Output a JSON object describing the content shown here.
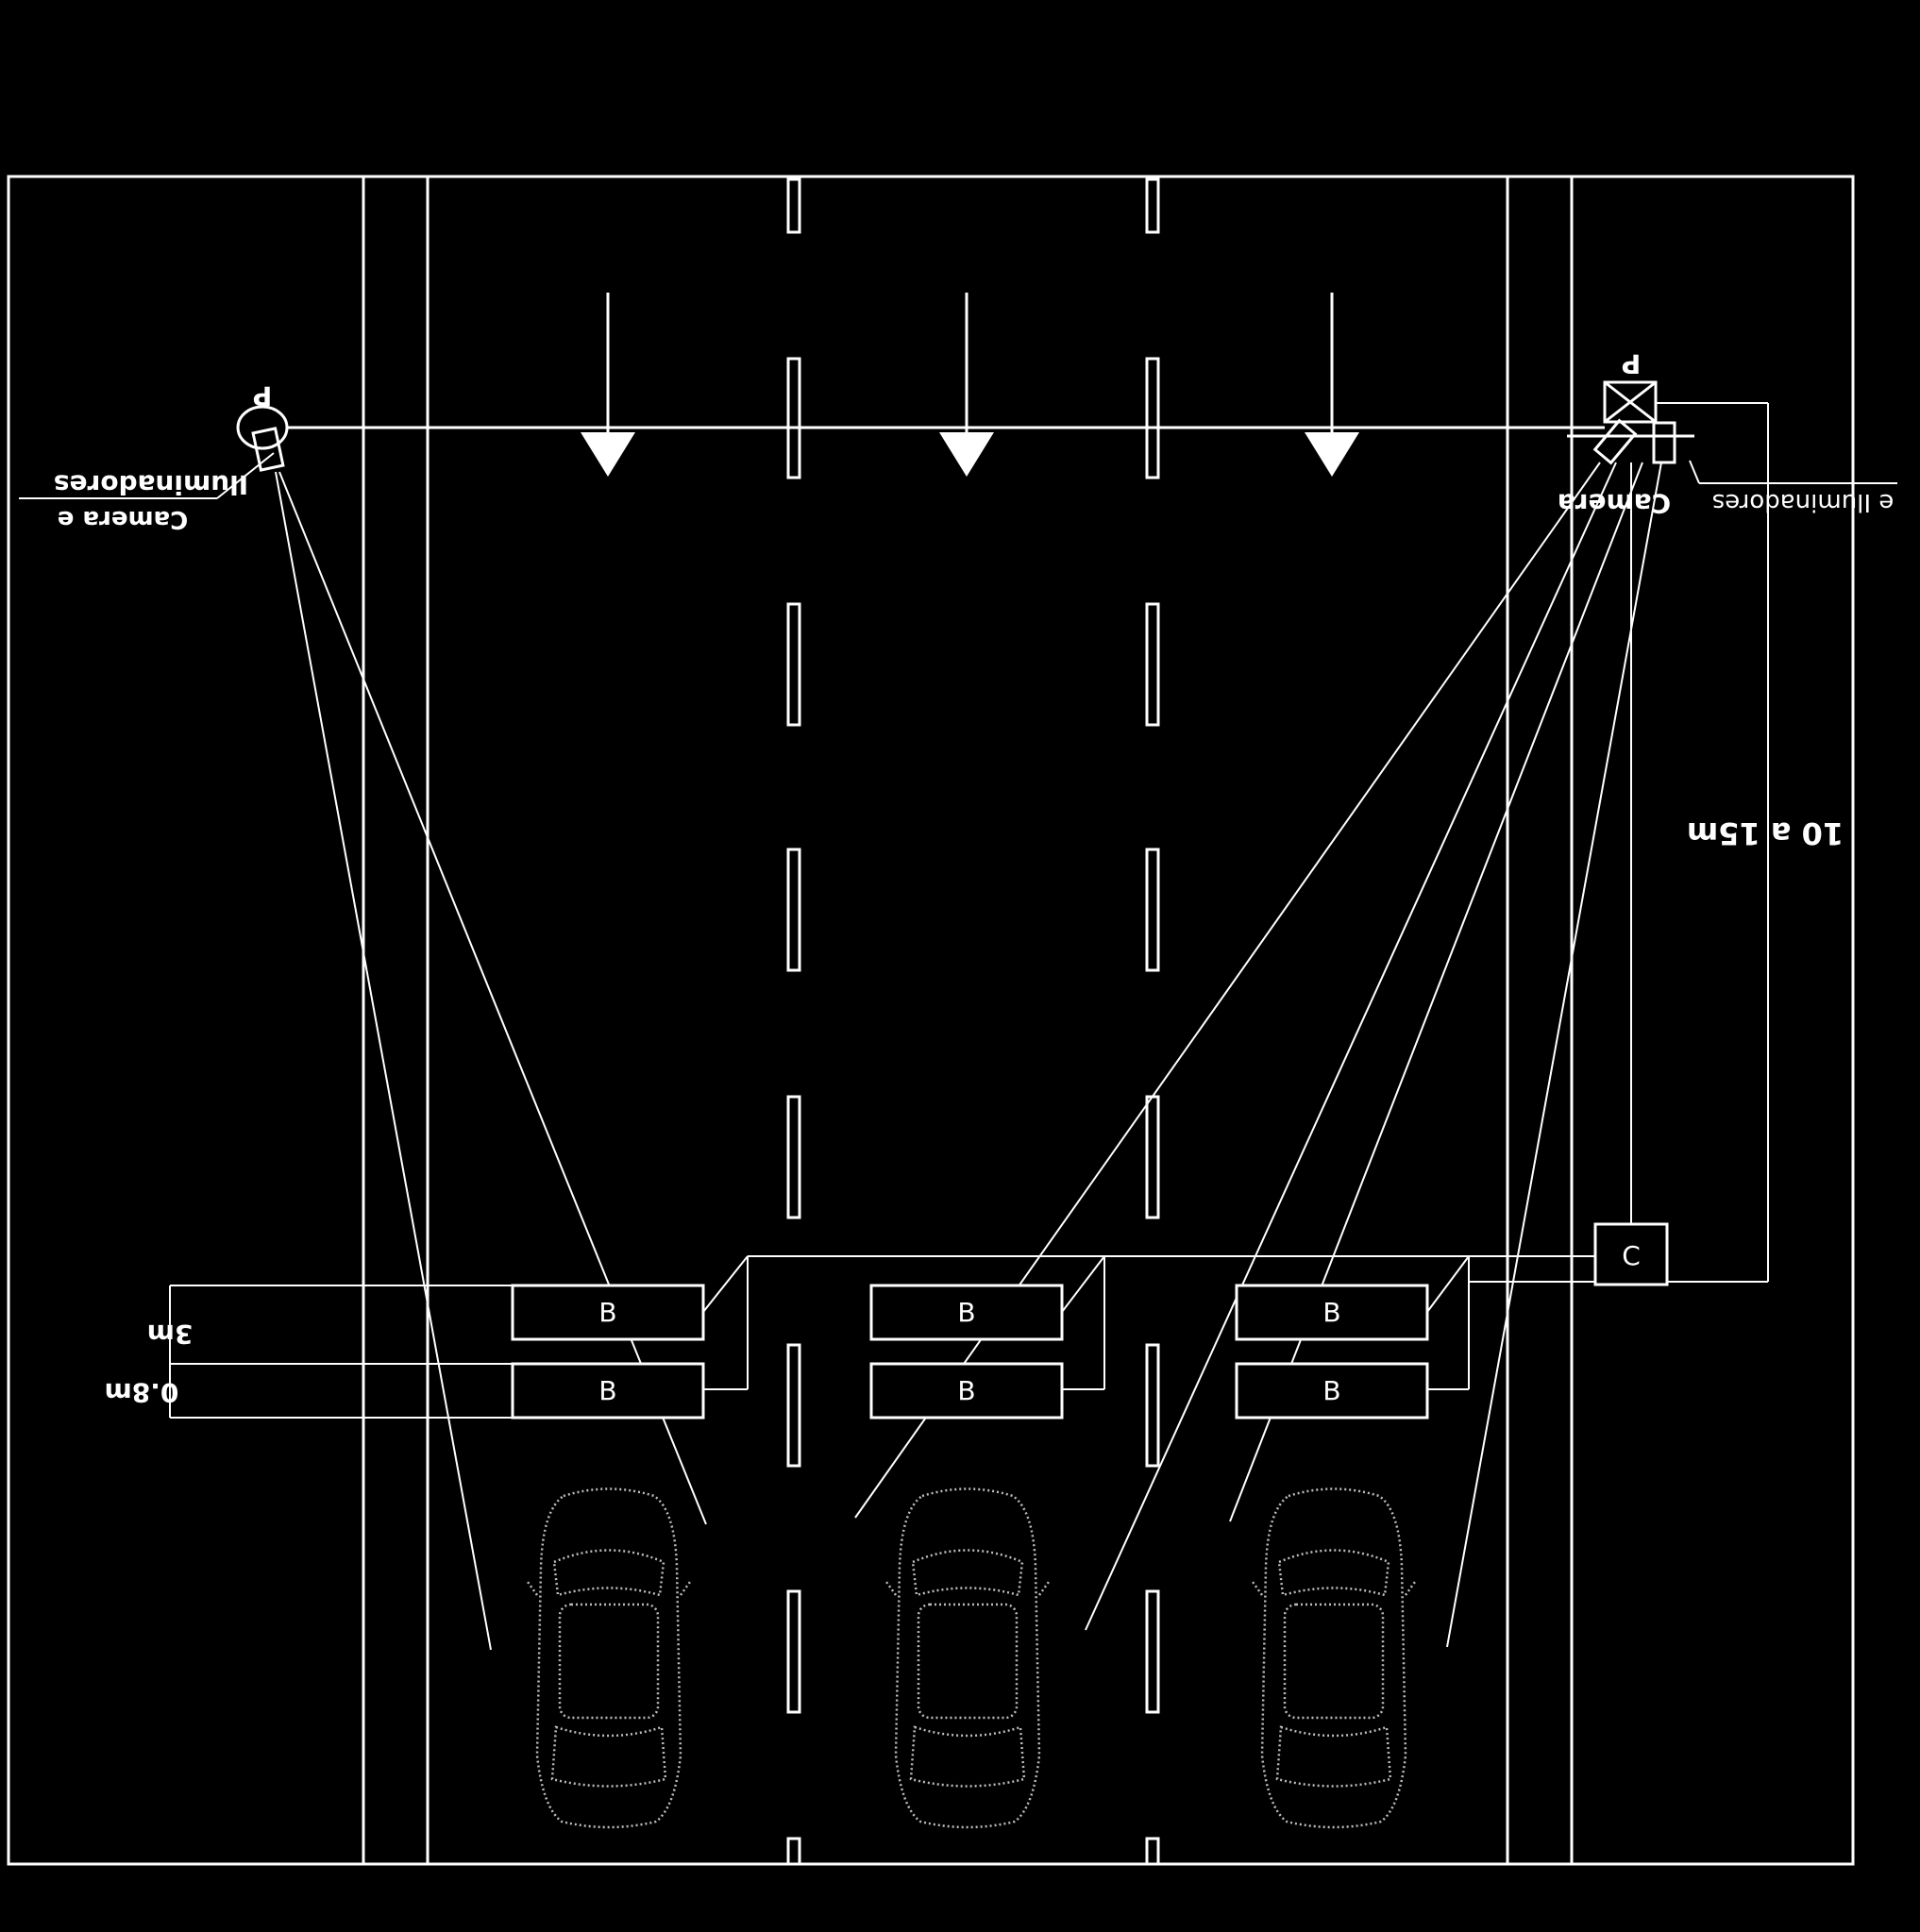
{
  "labels": {
    "pole": "P",
    "controller": "C",
    "sensor": "B",
    "camera_left_1": "Iluminadores",
    "camera_left_2": "Camera  e",
    "camera_right_1": "Camera",
    "camera_right_2": "e Iluminadores",
    "distance": "10  a  15m",
    "gap_3m": "3m",
    "width_08m": "0.8m"
  },
  "colors": {
    "background": "#000000",
    "lines": "#ffffff",
    "cars": "#bdbdbd"
  }
}
